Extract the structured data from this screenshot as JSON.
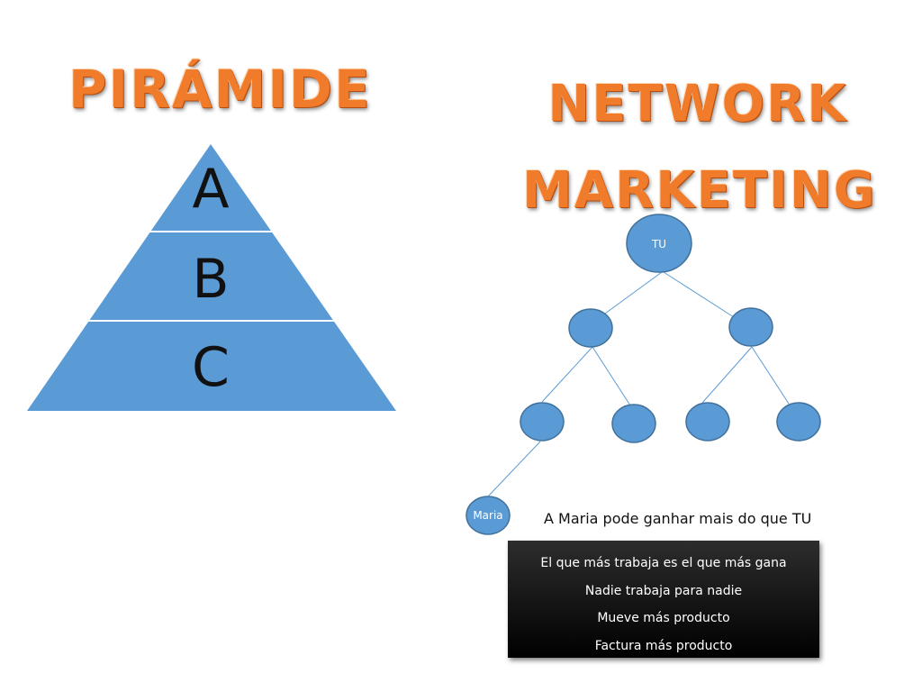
{
  "titles": {
    "left": "PIRÁMIDE",
    "right_line1": "NETWORK",
    "right_line2": "MARKETING"
  },
  "pyramid": {
    "tiers": [
      "A",
      "B",
      "C"
    ],
    "fill": "#5b9bd5",
    "divider": "#ffffff"
  },
  "tree": {
    "root_label": "TU",
    "leaf_label": "Maria",
    "node_fill": "#5b9bd5",
    "node_stroke": "#41719c",
    "edge_color": "#5b9bd5"
  },
  "caption": "A Maria pode ganhar mais do que TU",
  "box_lines": [
    "El que más trabaja es el que más gana",
    "Nadie trabaja para nadie",
    "Mueve  más  producto",
    "Factura más producto"
  ],
  "title_color": "#f07b2a"
}
